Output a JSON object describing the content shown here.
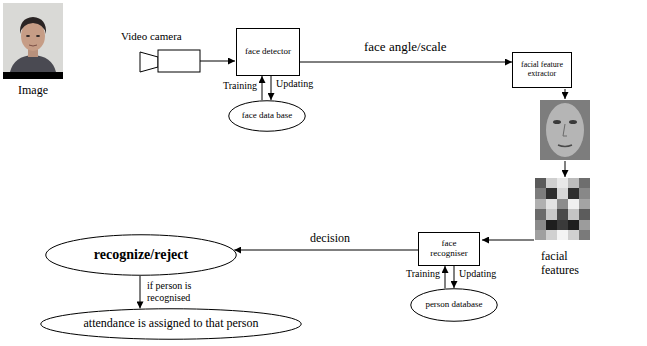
{
  "diagram": {
    "nodes": [
      {
        "text": [
          "face detector"
        ]
      },
      {
        "text": [
          "face data base"
        ]
      },
      {
        "text": [
          "facial feature extractor"
        ]
      },
      {
        "text": [
          "face recogniser"
        ]
      },
      {
        "text": [
          "person database"
        ]
      },
      {
        "text": [
          "recognize/reject"
        ]
      },
      {
        "text": [
          "attendance is assigned to that person"
        ]
      }
    ],
    "edges": [
      {
        "from": 0,
        "to": 2,
        "arrow": "to",
        "label": "face angle/scale"
      },
      {
        "from": 1,
        "to": 0,
        "arrow": "to",
        "label": "Training"
      },
      {
        "from": 0,
        "to": 1,
        "arrow": "to",
        "label": "Updating"
      },
      {
        "from": 3,
        "to": 5,
        "arrow": "to",
        "label": "decision"
      },
      {
        "from": 4,
        "to": 3,
        "arrow": "to",
        "label": "Training"
      },
      {
        "from": 3,
        "to": 4,
        "arrow": "to",
        "label": "Updating"
      },
      {
        "from": 5,
        "to": 6,
        "arrow": "to",
        "label": "if person is recognised"
      }
    ],
    "labels": [
      "Image",
      "Video camera",
      "facial features"
    ]
  }
}
